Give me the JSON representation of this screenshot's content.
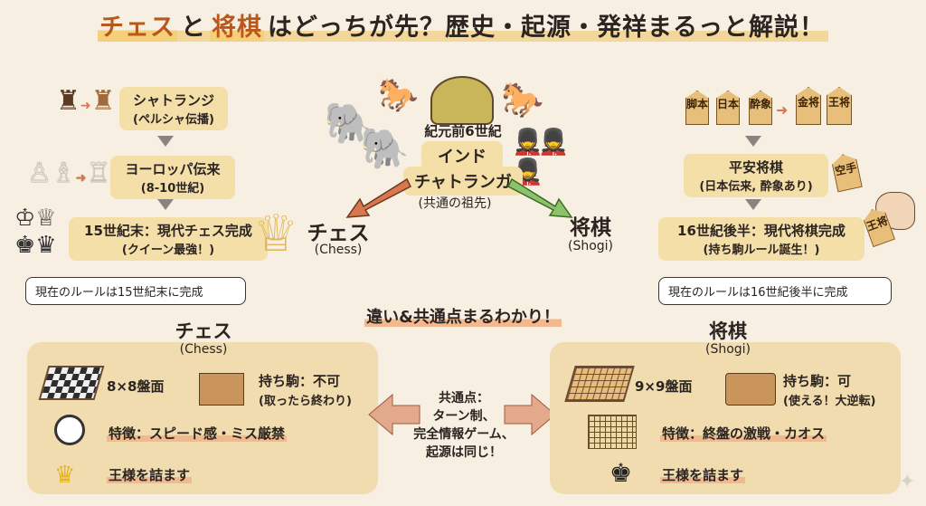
{
  "title": {
    "part1": "チェス",
    "part2": "と",
    "part3": "将棋",
    "part4": "はどっちが先？歴史・起源・発祥まるっと解説！"
  },
  "center": {
    "origin_time": "紀元前6世紀",
    "origin_name1": "インド",
    "origin_name2": "チャトランガ",
    "origin_note": "(共通の祖先)",
    "chess_label": "チェス",
    "chess_en": "(Chess)",
    "shogi_label": "将棋",
    "shogi_en": "(Shogi)"
  },
  "chess_history": {
    "step1_title": "シャトランジ",
    "step1_sub": "(ペルシャ伝播)",
    "step2_title": "ヨーロッパ伝来",
    "step2_sub": "(8-10世紀)",
    "step3_title": "15世紀末：現代チェス完成",
    "step3_sub": "(クイーン最強！)",
    "bubble": "現在のルールは15世紀末に完成"
  },
  "shogi_history": {
    "pieces": [
      "脚本",
      "日本",
      "酔象",
      "金将",
      "王将"
    ],
    "side_piece": "空手",
    "step1_title": "平安将棋",
    "step1_sub": "(日本伝来, 酔象あり)",
    "step2_title": "16世紀後半：現代将棋完成",
    "step2_sub": "(持ち駒ルール誕生！)",
    "hand_piece": "王将",
    "bubble": "現在のルールは16世紀後半に完成"
  },
  "comparison": {
    "heading": "違い&共通点まるわかり！",
    "chess": {
      "title": "チェス",
      "title_en": "(Chess)",
      "board": "8×8盤面",
      "captured_title": "持ち駒：不可",
      "captured_sub": "(取ったら終わり)",
      "feature": "特徴：スピード感・ミス厳禁",
      "goal": "王様を詰ます"
    },
    "shogi": {
      "title": "将棋",
      "title_en": "(Shogi)",
      "board": "9×9盤面",
      "captured_title": "持ち駒：可",
      "captured_sub": "(使える！大逆転)",
      "feature": "特徴：終盤の激戦・カオス",
      "goal": "王様を詰ます"
    },
    "common": [
      "共通点：",
      "ターン制、",
      "完全情報ゲーム、",
      "起源は同じ！"
    ]
  },
  "colors": {
    "accent": "#b8581c",
    "highlight": "#f4dfa8",
    "panel": "#f1dcaf",
    "chess_arrow": "#d9774e",
    "shogi_arrow": "#8cc26a"
  }
}
